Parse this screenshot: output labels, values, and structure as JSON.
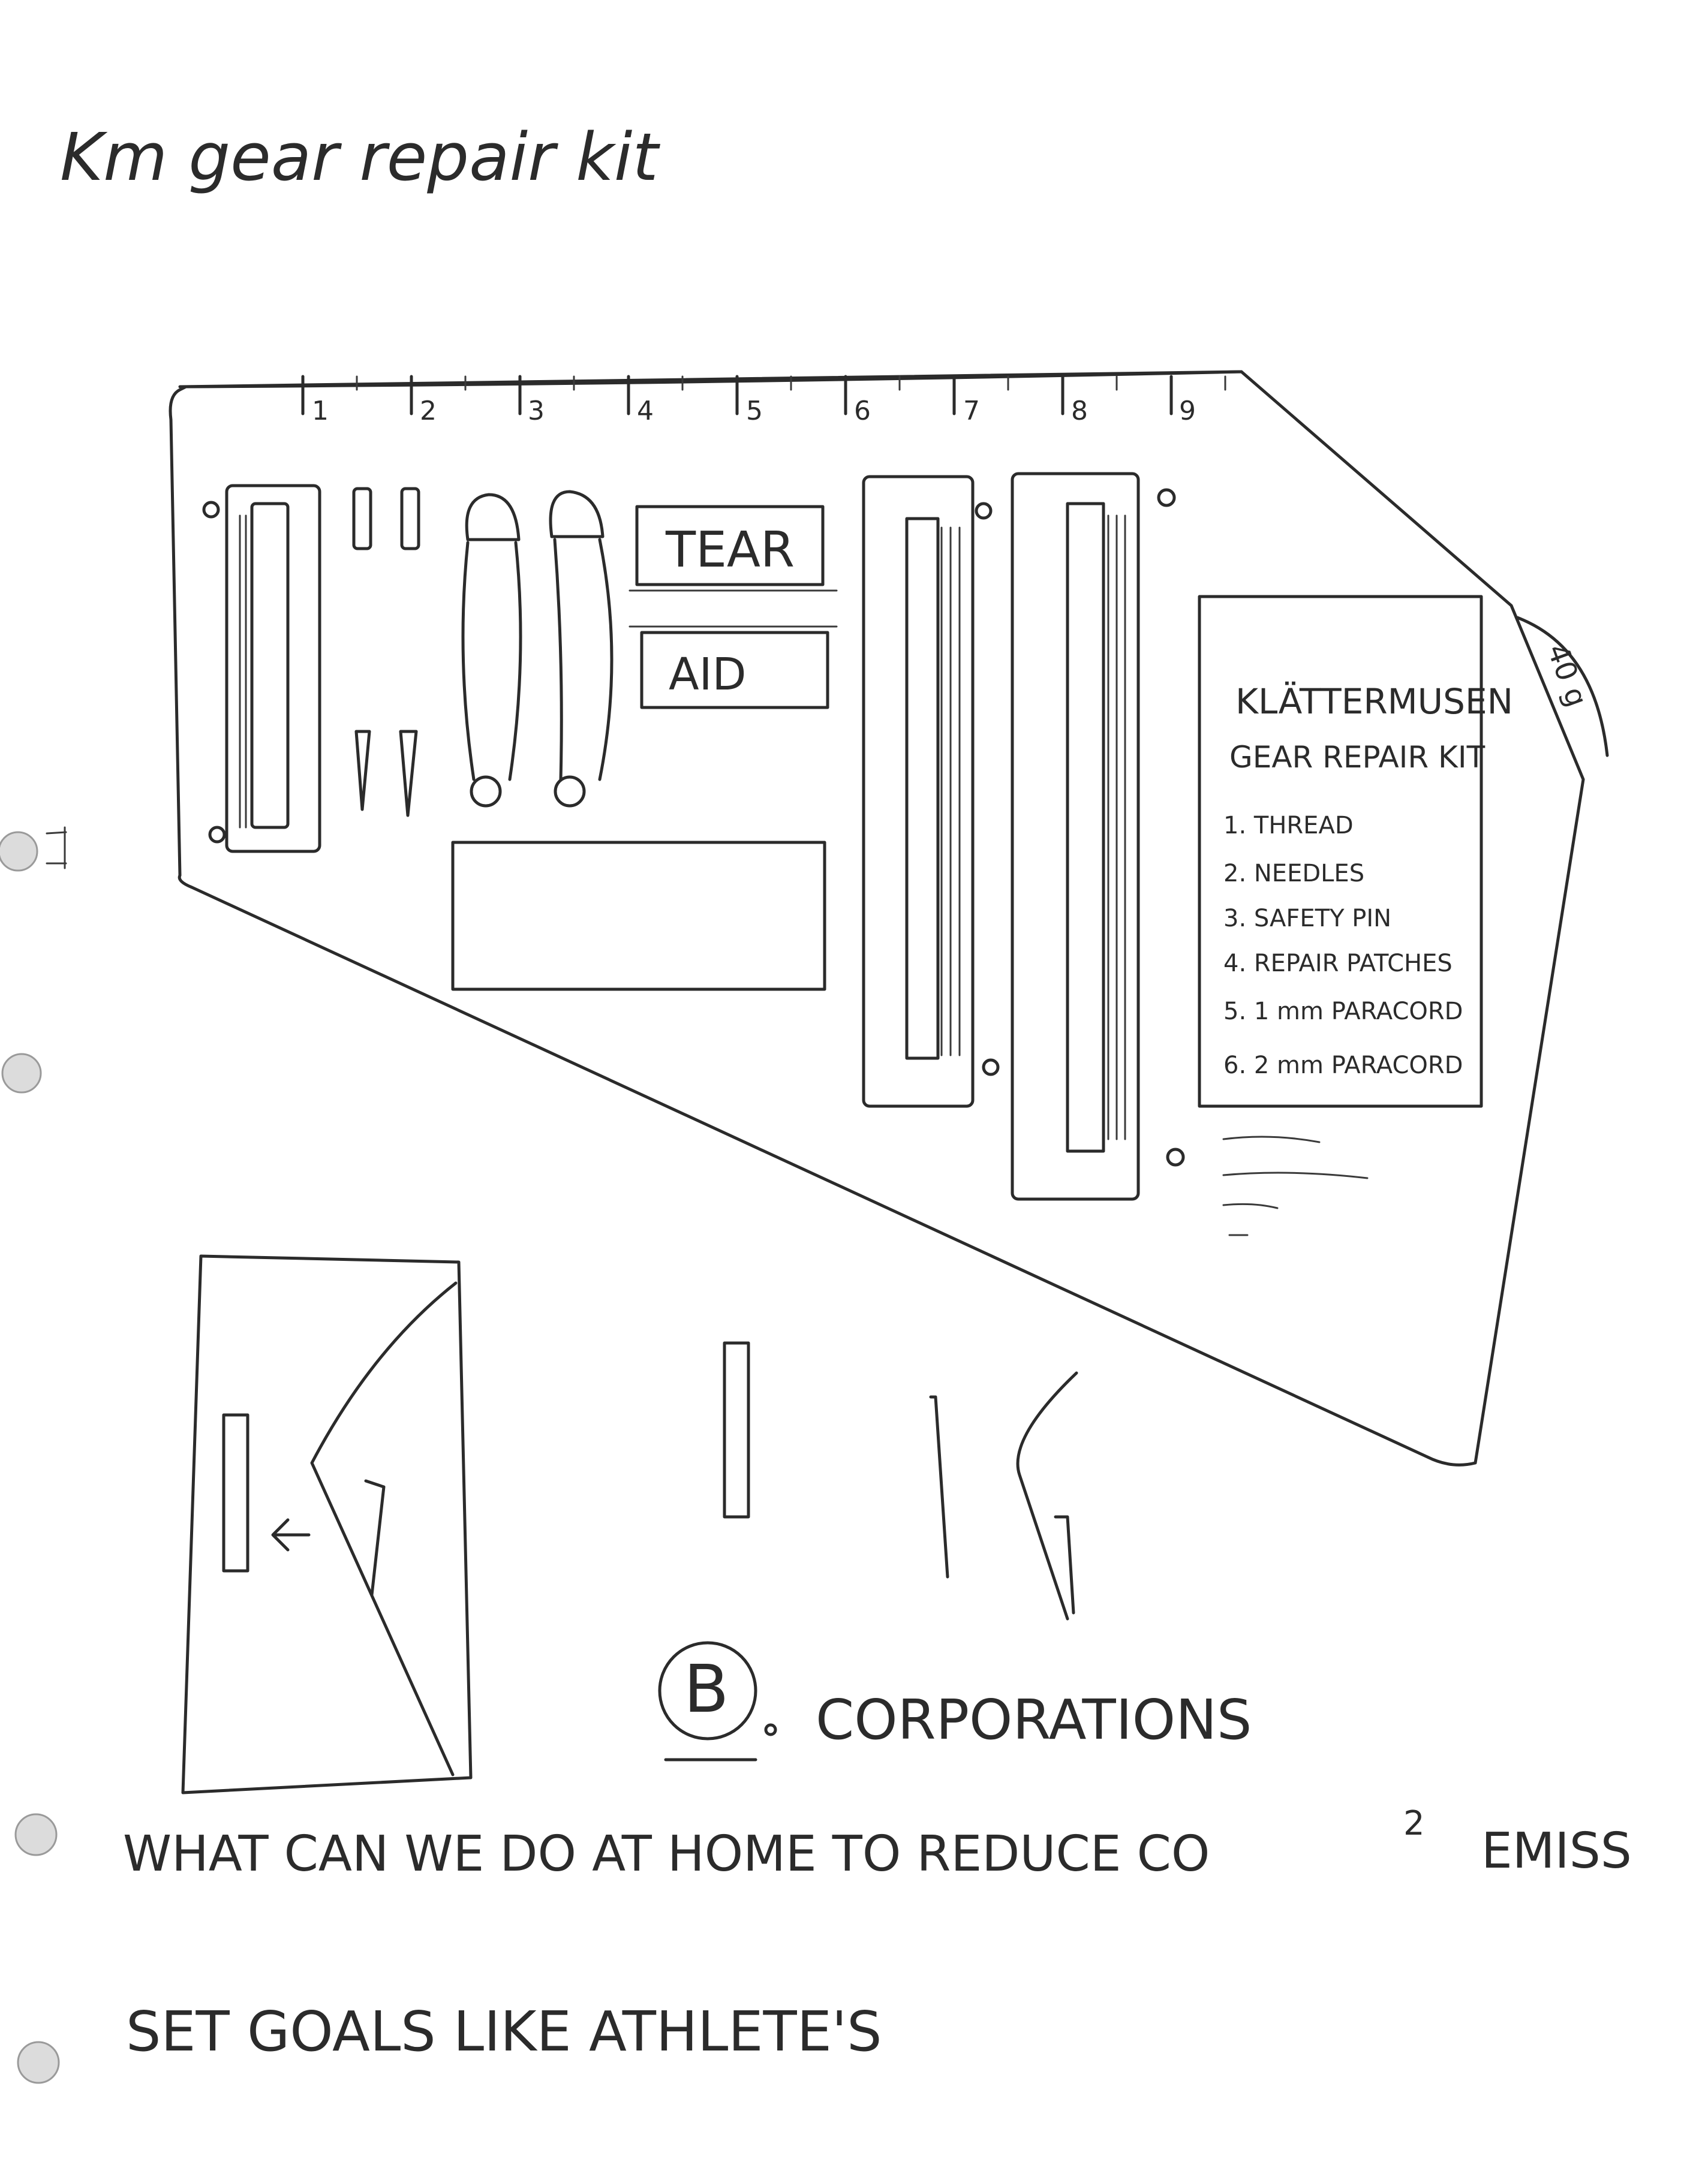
{
  "page": {
    "title": "Km gear repair kit",
    "background": "#ffffff",
    "ink_color": "#2b2b2b"
  },
  "ruler": {
    "ticks": [
      "1",
      "2",
      "3",
      "4",
      "5",
      "6",
      "7",
      "8",
      "9"
    ]
  },
  "kit_labels": {
    "tear": "TEAR",
    "aid": "AID"
  },
  "card": {
    "brand": "KLÄTTERMUSEN",
    "subtitle": "GEAR REPAIR KIT",
    "items": [
      "1. THREAD",
      "2. NEEDLES",
      "3. SAFETY PIN",
      "4. REPAIR PATCHES",
      "5. 1 mm PARACORD",
      "6. 2 mm PARACORD"
    ]
  },
  "corner_label": "40 g",
  "notes": {
    "circle_letter": "B",
    "corporations": "CORPORATIONS",
    "question": "WHAT CAN WE DO AT HOME TO REDUCE CO",
    "superscript": "2",
    "question_tail": "EMISS",
    "goals": "SET GOALS LIKE ATHLETE'S"
  }
}
